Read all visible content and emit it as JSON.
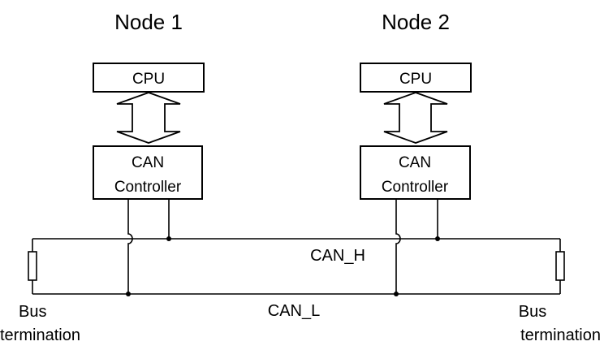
{
  "nodes": [
    {
      "title": "Node 1",
      "cpu_label": "CPU",
      "controller_line1": "CAN",
      "controller_line2": "Controller"
    },
    {
      "title": "Node 2",
      "cpu_label": "CPU",
      "controller_line1": "CAN",
      "controller_line2": "Controller"
    }
  ],
  "bus": {
    "can_h_label": "CAN_H",
    "can_l_label": "CAN_L"
  },
  "terminations": [
    {
      "line1": "Bus",
      "line2": "termination"
    },
    {
      "line1": "Bus",
      "line2": "termination"
    }
  ]
}
